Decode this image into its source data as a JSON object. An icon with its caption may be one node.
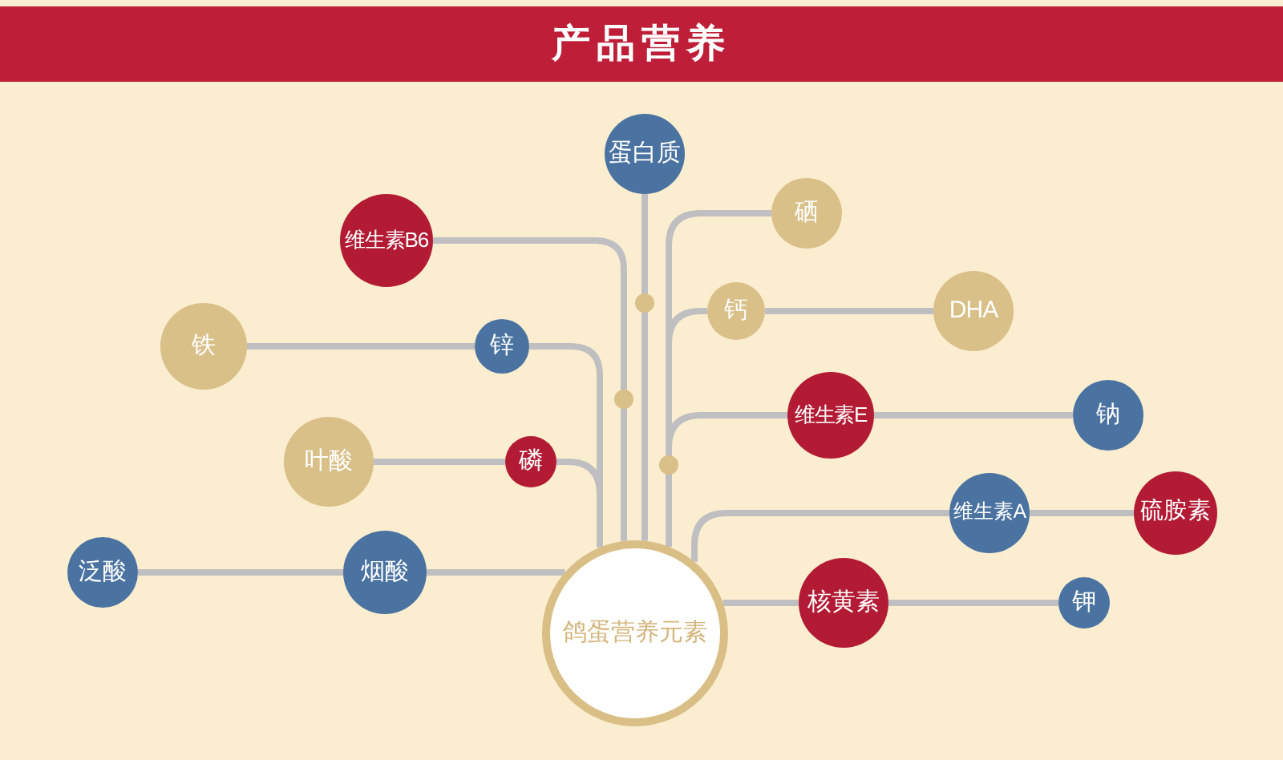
{
  "diagram": {
    "title": "产品营养",
    "nodes": [
      {
        "text": [
          "鸽蛋营养元素"
        ]
      },
      {
        "text": [
          "蛋白质"
        ]
      },
      {
        "text": [
          "维生素B6"
        ]
      },
      {
        "text": [
          "硒"
        ]
      },
      {
        "text": [
          "铁"
        ]
      },
      {
        "text": [
          "锌"
        ]
      },
      {
        "text": [
          "钙"
        ]
      },
      {
        "text": [
          "DHA"
        ]
      },
      {
        "text": [
          "叶酸"
        ]
      },
      {
        "text": [
          "磷"
        ]
      },
      {
        "text": [
          "维生素E"
        ]
      },
      {
        "text": [
          "钠"
        ]
      },
      {
        "text": [
          "维生素A"
        ]
      },
      {
        "text": [
          "硫胺素"
        ]
      },
      {
        "text": [
          "泛酸"
        ]
      },
      {
        "text": [
          "烟酸"
        ]
      },
      {
        "text": [
          "核黄素"
        ]
      },
      {
        "text": [
          "钾"
        ]
      }
    ],
    "edges": [
      {
        "from": 1,
        "to": 0,
        "arrow": "none"
      },
      {
        "from": 2,
        "to": 0,
        "arrow": "none"
      },
      {
        "from": 4,
        "to": 5,
        "arrow": "none"
      },
      {
        "from": 5,
        "to": 0,
        "arrow": "none"
      },
      {
        "from": 8,
        "to": 9,
        "arrow": "none"
      },
      {
        "from": 9,
        "to": 0,
        "arrow": "none"
      },
      {
        "from": 14,
        "to": 15,
        "arrow": "none"
      },
      {
        "from": 15,
        "to": 0,
        "arrow": "none"
      },
      {
        "from": 3,
        "to": 0,
        "arrow": "none"
      },
      {
        "from": 6,
        "to": 7,
        "arrow": "none"
      },
      {
        "from": 6,
        "to": 0,
        "arrow": "none"
      },
      {
        "from": 10,
        "to": 11,
        "arrow": "none"
      },
      {
        "from": 10,
        "to": 0,
        "arrow": "none"
      },
      {
        "from": 12,
        "to": 13,
        "arrow": "none"
      },
      {
        "from": 12,
        "to": 0,
        "arrow": "none"
      },
      {
        "from": 16,
        "to": 0,
        "arrow": "none"
      },
      {
        "from": 16,
        "to": 17,
        "arrow": "none"
      }
    ]
  }
}
